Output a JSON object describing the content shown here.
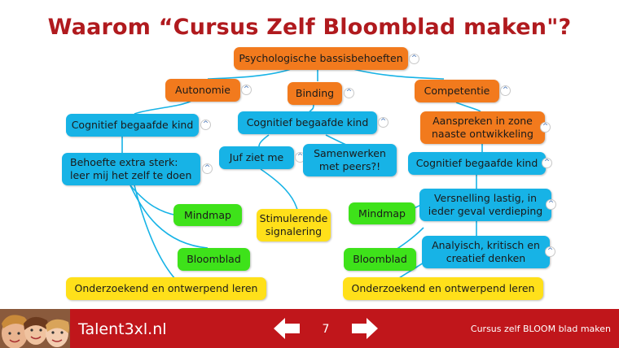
{
  "title": "Waarom “Cursus Zelf Bloomblad maken\"?",
  "nodes": {
    "root": "Psychologische bassisbehoeften",
    "autonomie": "Autonomie",
    "binding": "Binding",
    "competentie": "Competentie",
    "cog_left": "Cognitief begaafde kind",
    "cog_mid": "Cognitief begaafde kind",
    "zone": "Aanspreken in zone\nnaaste ontwikkeling",
    "behoefte": "Behoefte extra sterk:\n leer mij het zelf te doen",
    "juf": "Juf ziet me",
    "samenwerken": "Samenwerken\nmet peers?!",
    "cog_right": "Cognitief begaafde kind",
    "versnelling": "Versnelling lastig, in\nieder geval verdieping",
    "mindmap_left": "Mindmap",
    "stimulerende": "Stimulerende\nsignalering",
    "mindmap_right": "Mindmap",
    "analytisch": "Analyisch, kritisch en\ncreatief denken",
    "bloomblad_left": "Bloomblad",
    "bloomblad_right": "Bloomblad",
    "onderzoekend_left": "Onderzoekend en ontwerpend leren",
    "onderzoekend_right": "Onderzoekend en ontwerpend leren"
  },
  "collapse_symbol": "^",
  "footer": {
    "brand": "Talent3xl.nl",
    "page": "7",
    "course": "Cursus zelf BLOOM blad maken",
    "prev_icon": "arrow-left-icon",
    "next_icon": "arrow-right-icon"
  },
  "colors": {
    "title": "#b01a1e",
    "orange": "#f27a1d",
    "blue": "#17b3e6",
    "green": "#3ee21a",
    "yellow": "#ffe01a",
    "footer": "#c0161b"
  }
}
